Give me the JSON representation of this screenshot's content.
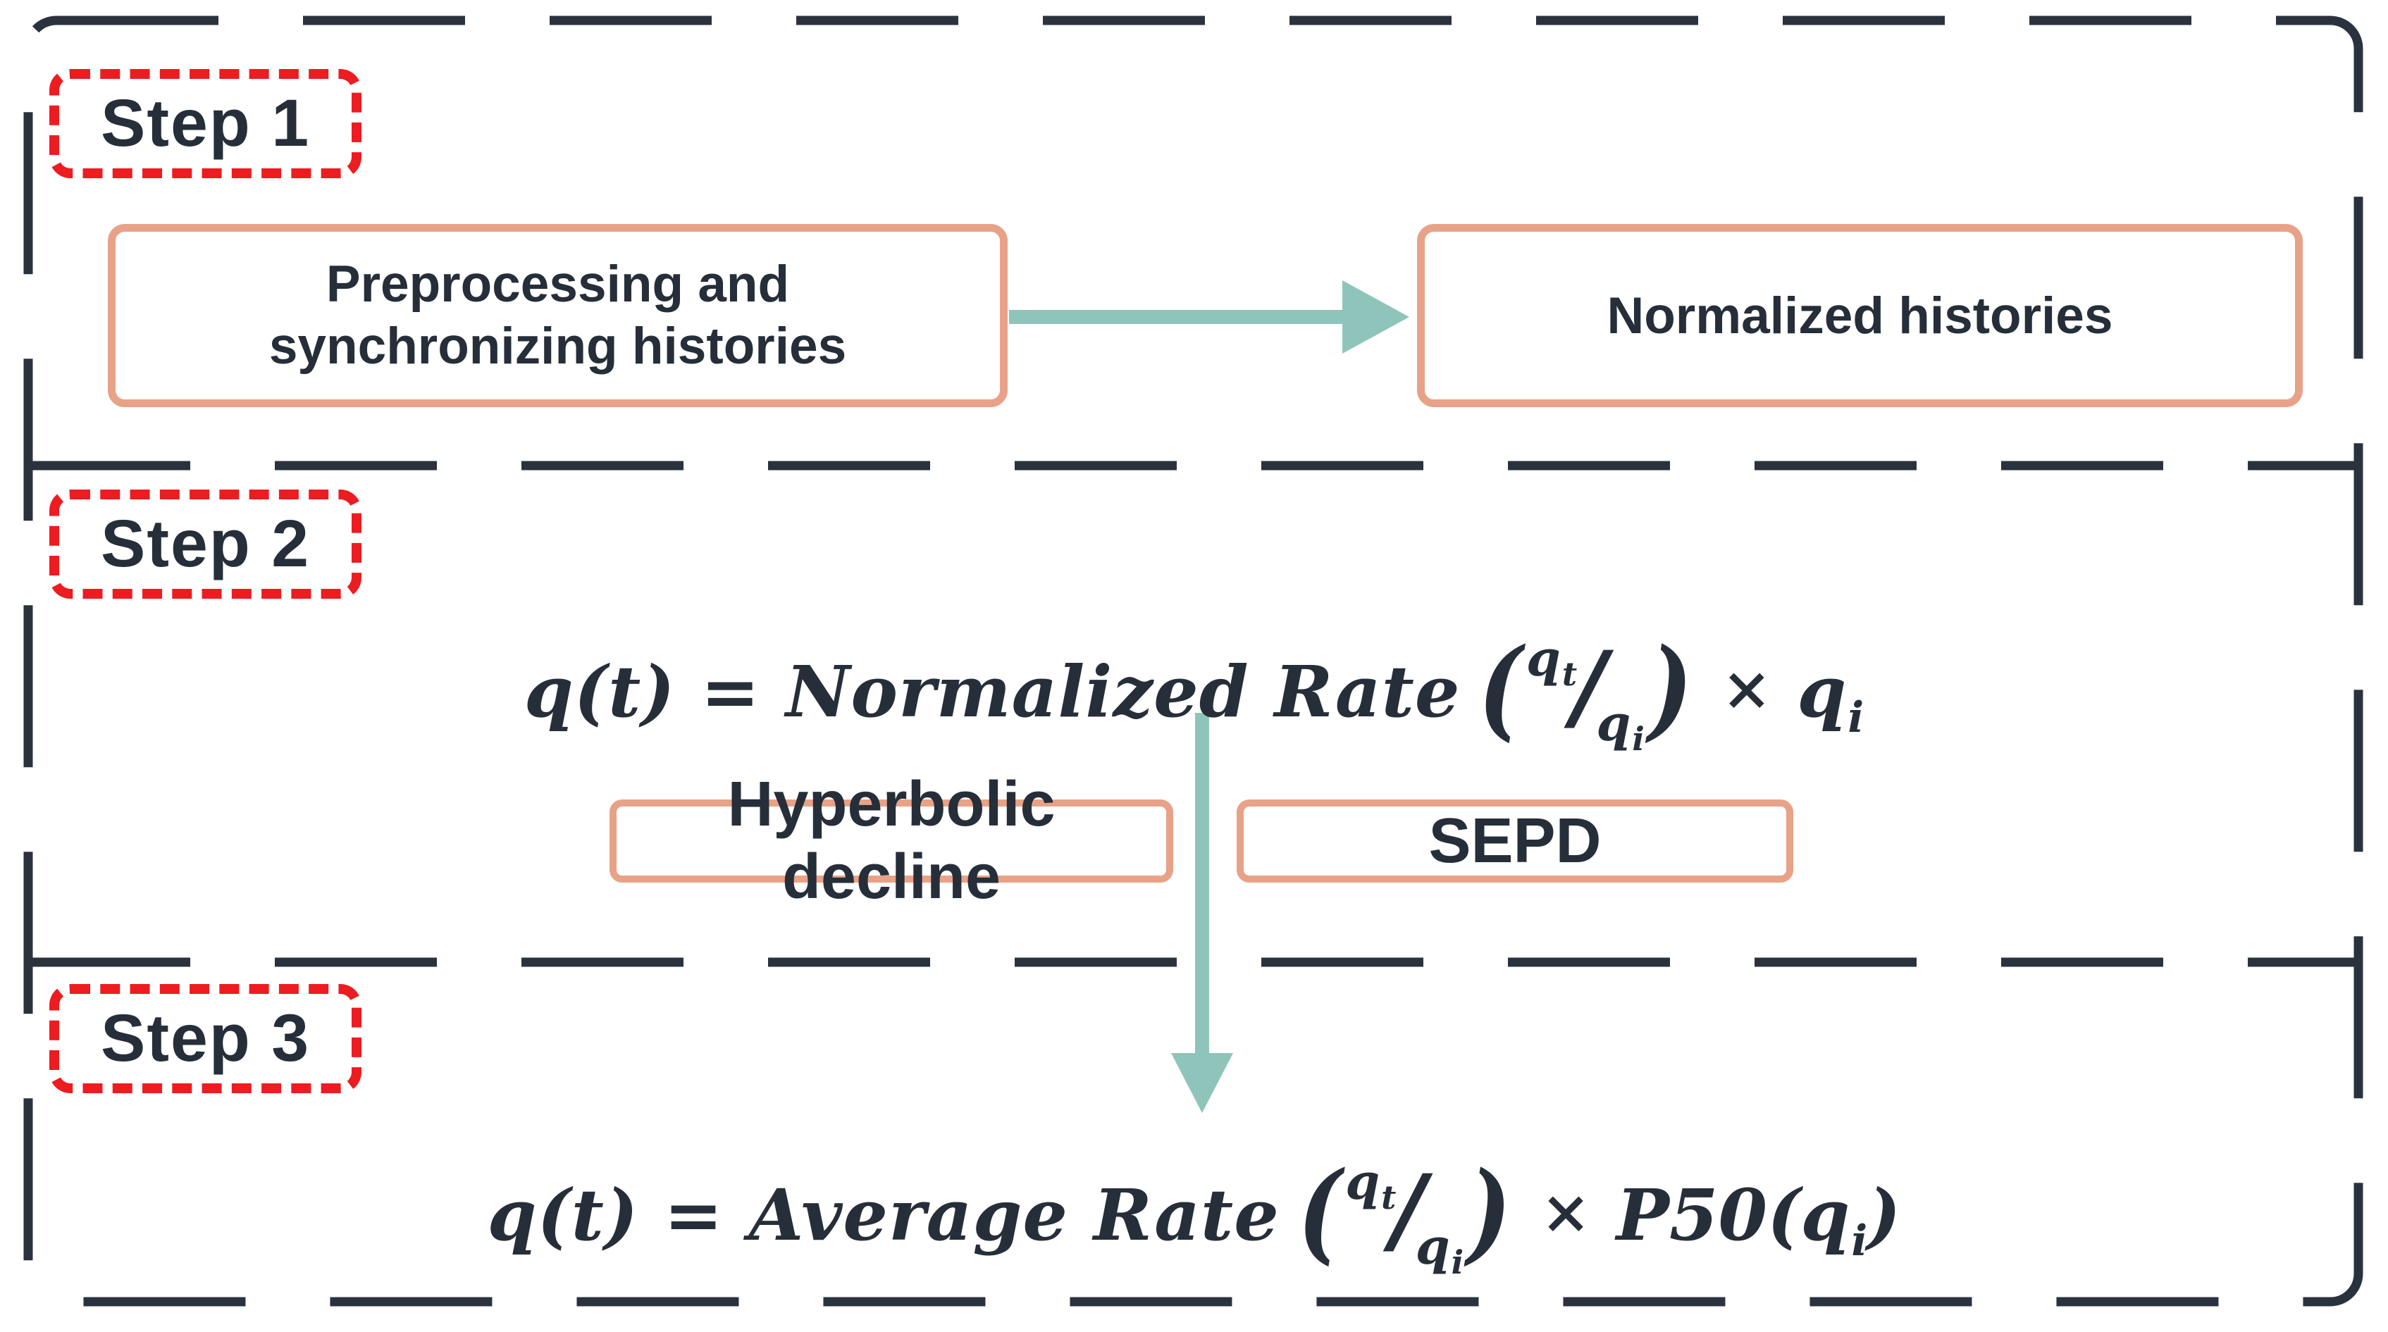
{
  "colors": {
    "frame": "#2a323e",
    "step": "#ec1c21",
    "box": "#e8a287",
    "arrow": "#8fc4bb",
    "text": "#262e39",
    "bg": "#ffffff"
  },
  "steps": {
    "step1": {
      "label": "Step 1",
      "left_box": "Preprocessing and synchronizing histories",
      "right_box": "Normalized histories"
    },
    "step2": {
      "label": "Step 2",
      "formula": {
        "lead": "q(t) = Normalized Rate",
        "open_paren": "(",
        "num_base": "q",
        "num_sub": "t",
        "slash": "/",
        "den_base": "q",
        "den_sub": "i",
        "close_paren": ")",
        "times": "×",
        "tail_base": "q",
        "tail_sub": "i"
      },
      "methods": {
        "left": "Hyperbolic decline",
        "right": "SEPD"
      }
    },
    "step3": {
      "label": "Step 3",
      "formula": {
        "lead": "q(t) = Average Rate",
        "open_paren": "(",
        "num_base": "q",
        "num_sub": "t",
        "slash": "/",
        "den_base": "q",
        "den_sub": "i",
        "close_paren": ")",
        "times": "×",
        "tail_lead": "P50(",
        "tail_base": "q",
        "tail_sub": "i",
        "tail_close": ")"
      }
    }
  }
}
